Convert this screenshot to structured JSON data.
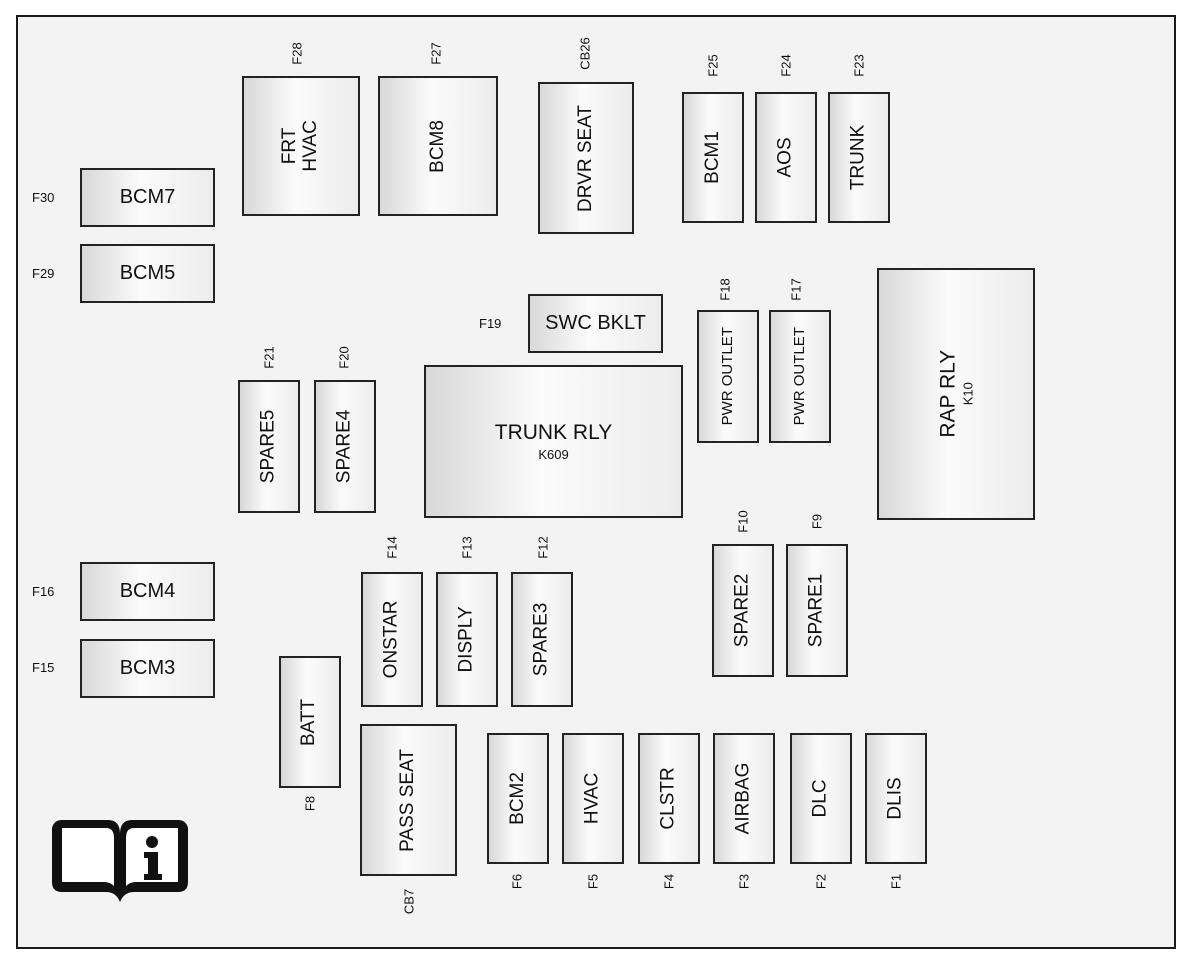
{
  "fuses": {
    "f30": {
      "name": "BCM7",
      "label": "F30"
    },
    "f29": {
      "name": "BCM5",
      "label": "F29"
    },
    "f28": {
      "name_line1": "FRT",
      "name_line2": "HVAC",
      "label": "F28"
    },
    "f27": {
      "name": "BCM8",
      "label": "F27"
    },
    "cb26": {
      "name": "DRVR SEAT",
      "label": "CB26"
    },
    "f25": {
      "name": "BCM1",
      "label": "F25"
    },
    "f24": {
      "name": "AOS",
      "label": "F24"
    },
    "f23": {
      "name": "TRUNK",
      "label": "F23"
    },
    "f19": {
      "name": "SWC BKLT",
      "label": "F19"
    },
    "f18": {
      "name": "PWR OUTLET",
      "label": "F18"
    },
    "f17": {
      "name": "PWR OUTLET",
      "label": "F17"
    },
    "f21": {
      "name": "SPARE5",
      "label": "F21"
    },
    "f20": {
      "name": "SPARE4",
      "label": "F20"
    },
    "f14": {
      "name": "ONSTAR",
      "label": "F14"
    },
    "f13": {
      "name": "DISPLY",
      "label": "F13"
    },
    "f12": {
      "name": "SPARE3",
      "label": "F12"
    },
    "f10": {
      "name": "SPARE2",
      "label": "F10"
    },
    "f9": {
      "name": "SPARE1",
      "label": "F9"
    },
    "f16": {
      "name": "BCM4",
      "label": "F16"
    },
    "f15": {
      "name": "BCM3",
      "label": "F15"
    },
    "f8": {
      "name": "BATT",
      "label": "F8"
    },
    "cb7": {
      "name": "PASS SEAT",
      "label": "CB7"
    },
    "f6": {
      "name": "BCM2",
      "label": "F6"
    },
    "f5": {
      "name": "HVAC",
      "label": "F5"
    },
    "f4": {
      "name": "CLSTR",
      "label": "F4"
    },
    "f3": {
      "name": "AIRBAG",
      "label": "F3"
    },
    "f2": {
      "name": "DLC",
      "label": "F2"
    },
    "f1": {
      "name": "DLIS",
      "label": "F1"
    }
  },
  "relays": {
    "trunk": {
      "name": "TRUNK RLY",
      "id": "K609"
    },
    "rap": {
      "name": "RAP RLY",
      "id": "K10"
    }
  },
  "icons": {
    "manual": "owner-manual-info-icon"
  }
}
